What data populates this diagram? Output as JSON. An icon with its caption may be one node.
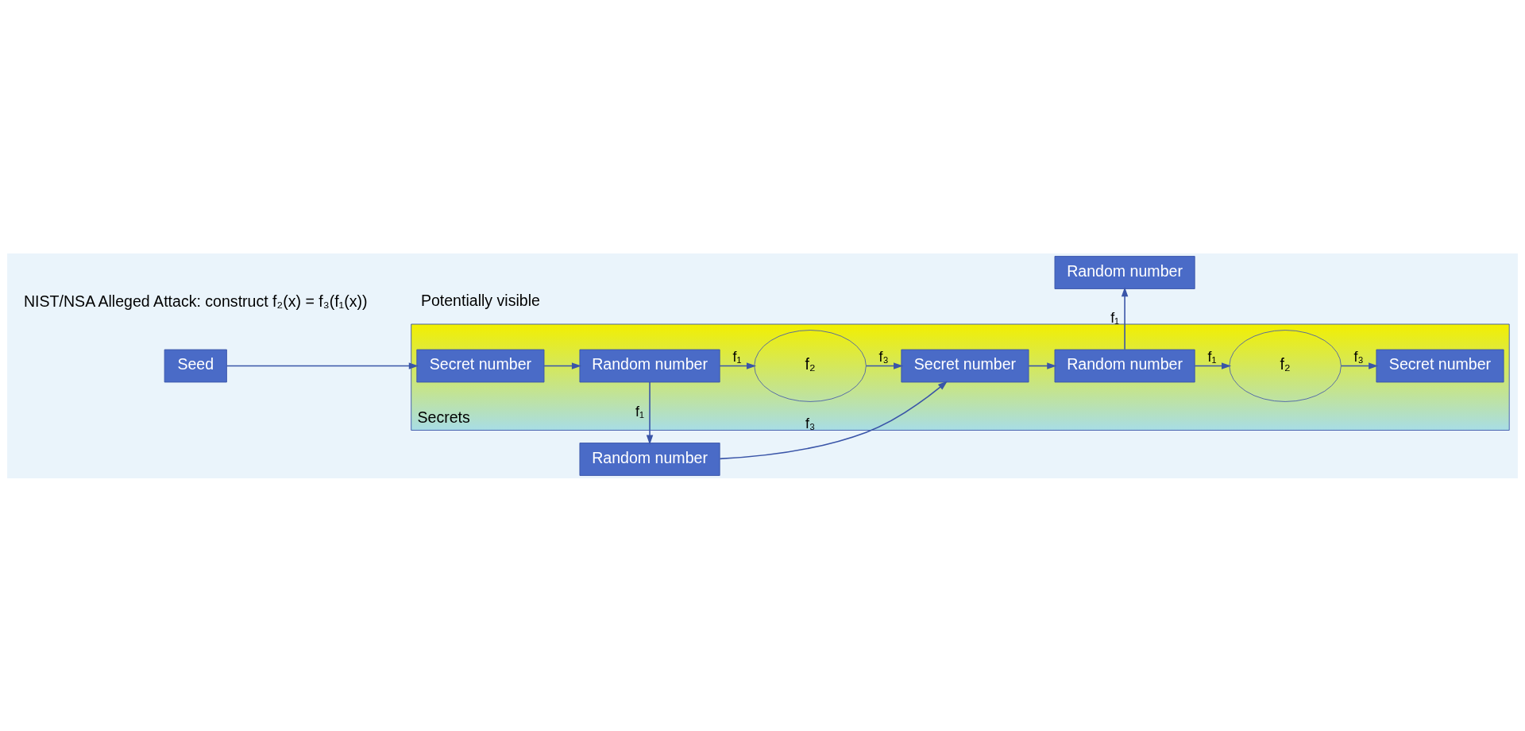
{
  "diagram": {
    "nodes": [
      {
        "text": [
          "Seed"
        ]
      },
      {
        "text": [
          "Secrets"
        ]
      },
      {
        "text": [
          "Secret number"
        ],
        "in": 1
      },
      {
        "text": [
          "Random number"
        ],
        "in": 1
      },
      {
        "text": [
          "f₂"
        ],
        "in": 1
      },
      {
        "text": [
          "Secret number"
        ],
        "in": 1
      },
      {
        "text": [
          "Random number"
        ],
        "in": 1
      },
      {
        "text": [
          "f₂"
        ],
        "in": 1
      },
      {
        "text": [
          "Secret number"
        ],
        "in": 1
      },
      {
        "text": [
          "Random number"
        ]
      },
      {
        "text": [
          "Random number"
        ]
      }
    ],
    "edges": [
      {
        "from": 0,
        "to": 2,
        "arrow": "to"
      },
      {
        "from": 2,
        "to": 3,
        "arrow": "to"
      },
      {
        "from": 3,
        "to": 4,
        "arrow": "to",
        "label": "f₁"
      },
      {
        "from": 4,
        "to": 5,
        "arrow": "to",
        "label": "f₃"
      },
      {
        "from": 3,
        "to": 9,
        "arrow": "to",
        "label": "f₁"
      },
      {
        "from": 9,
        "to": 5,
        "arrow": "to",
        "label": "f₃"
      },
      {
        "from": 5,
        "to": 6,
        "arrow": "to"
      },
      {
        "from": 6,
        "to": 7,
        "arrow": "to",
        "label": "f₁"
      },
      {
        "from": 7,
        "to": 8,
        "arrow": "to",
        "label": "f₃"
      },
      {
        "from": 6,
        "to": 10,
        "arrow": "to",
        "label": "f₁"
      }
    ],
    "labels": [
      "NIST/NSA Alleged Attack: construct f₂(x) = f₃(f₁(x))",
      "Potentially visible"
    ]
  }
}
